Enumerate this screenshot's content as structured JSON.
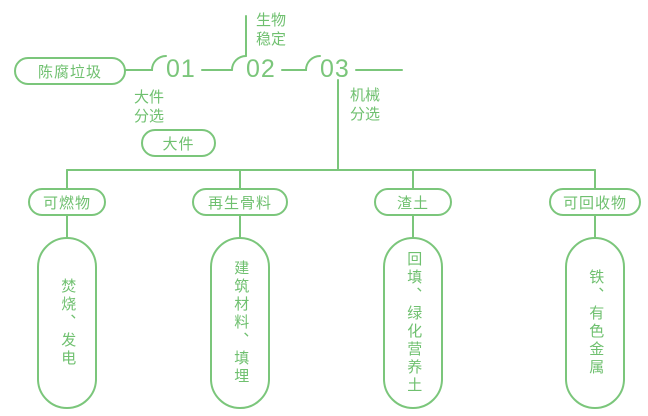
{
  "colors": {
    "green": "#7bc67b"
  },
  "flow": {
    "source": "陈腐垃圾",
    "steps": [
      {
        "num": "01",
        "label": "大件分选"
      },
      {
        "num": "02",
        "label": "生物稳定"
      },
      {
        "num": "03",
        "label": "机械分选"
      }
    ],
    "large_item_output": "大件"
  },
  "branches": [
    {
      "category": "可燃物",
      "detail": "焚烧、发电"
    },
    {
      "category": "再生骨料",
      "detail": "建筑材料、填埋"
    },
    {
      "category": "渣土",
      "detail": "回填、绿化营养土"
    },
    {
      "category": "可回收物",
      "detail": "铁、有色金属"
    }
  ]
}
